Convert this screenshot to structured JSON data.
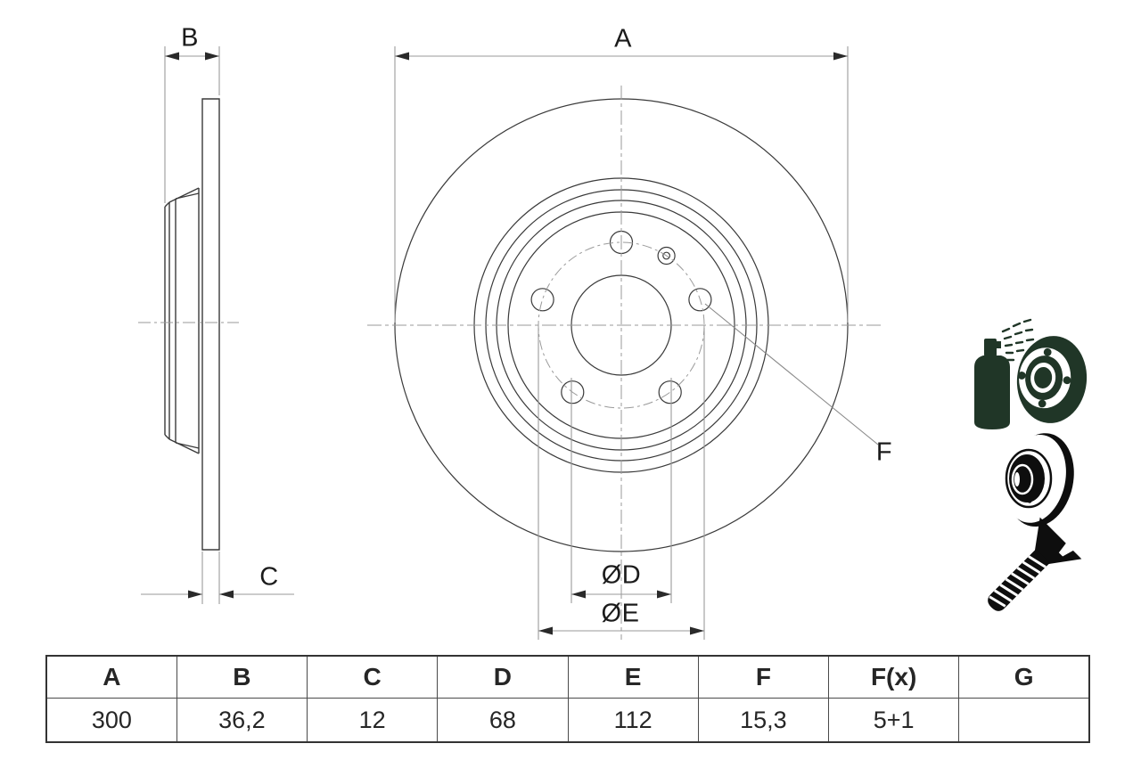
{
  "drawing": {
    "view_side": {
      "label_b": "B",
      "label_c": "C"
    },
    "view_front": {
      "label_a": "A",
      "label_d": "ØD",
      "label_e": "ØE",
      "label_f": "F"
    }
  },
  "table": {
    "headers": [
      "A",
      "B",
      "C",
      "D",
      "E",
      "F",
      "F(x)",
      "G"
    ],
    "values": [
      "300",
      "36,2",
      "12",
      "68",
      "112",
      "15,3",
      "5+1",
      ""
    ]
  },
  "icons": {
    "coating_spray": "spray-can-with-coated-disc-icon",
    "brake_disc": "brake-disc-icon",
    "screw": "countersunk-screw-icon"
  },
  "colors": {
    "icon_green": "#203627",
    "icon_black": "#0e0e0e",
    "line_dark": "#3a3a3a",
    "line_dim": "#9a9a9a"
  }
}
